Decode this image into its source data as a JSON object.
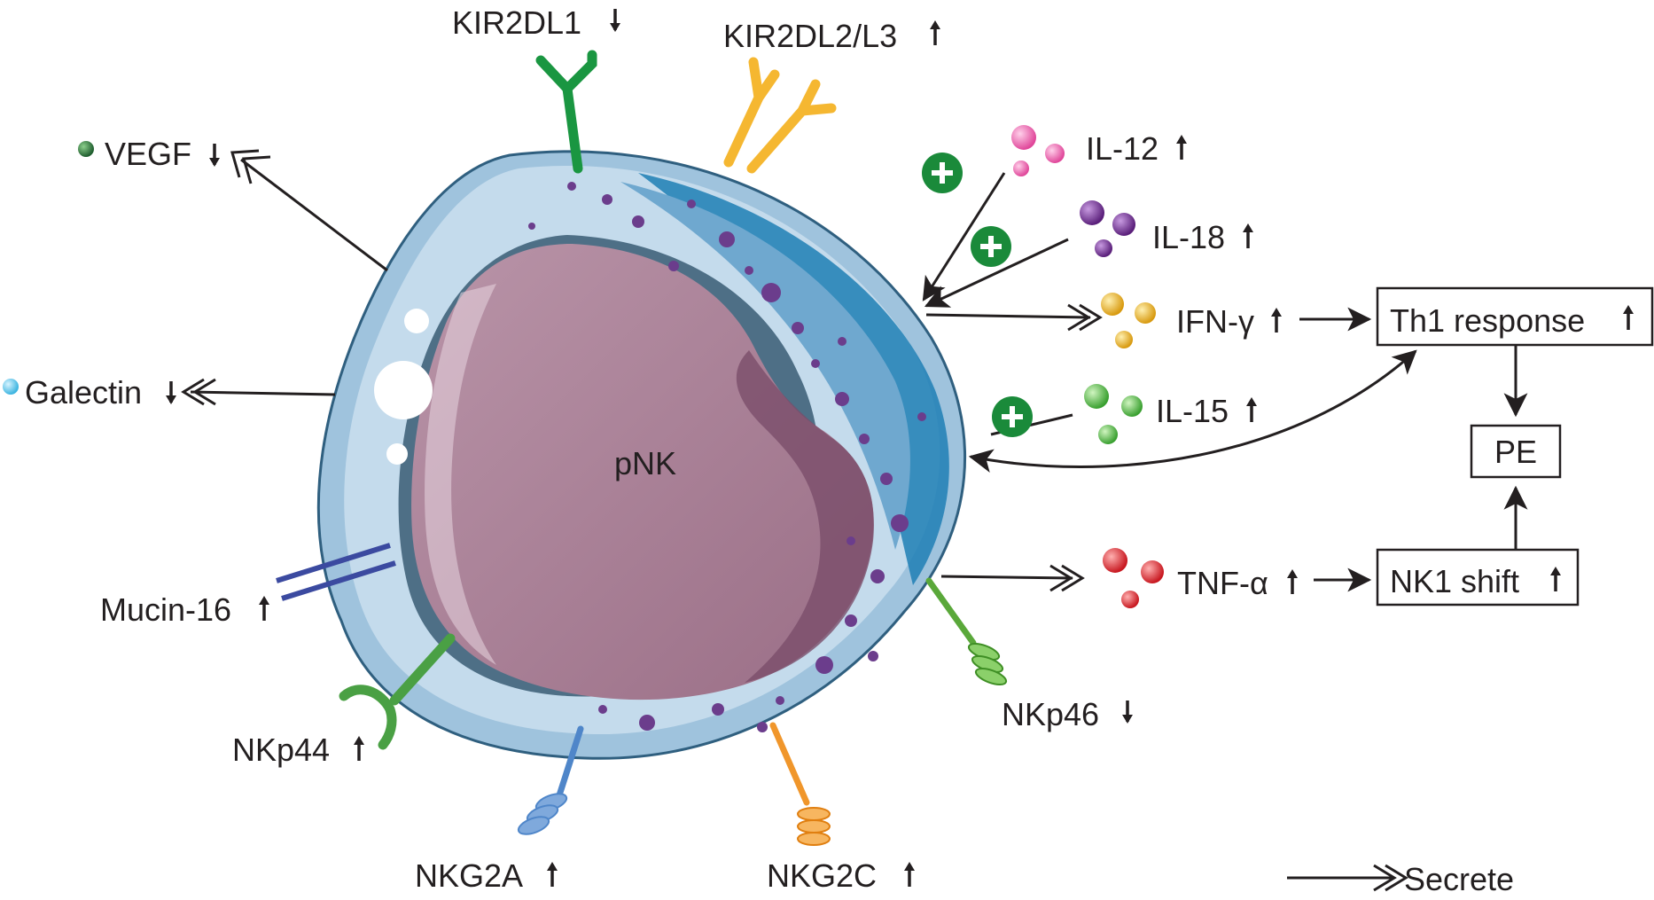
{
  "cell_label": "pNK",
  "receptors": {
    "kir2dl1": "KIR2DL1",
    "kir2dl2": "KIR2DL2/L3",
    "mucin": "Mucin-16",
    "nkp44": "NKp44",
    "nkg2a": "NKG2A",
    "nkg2c": "NKG2C",
    "nkp46": "NKp46"
  },
  "secreted_left": {
    "vegf": "VEGF",
    "galectin": "Galectin"
  },
  "cytokines": {
    "il12": "IL-12",
    "il18": "IL-18",
    "ifng": "IFN-γ",
    "il15": "IL-15",
    "tnfa": "TNF-α"
  },
  "boxes": {
    "th1": "Th1 response",
    "pe": "PE",
    "nk1": "NK1 shift"
  },
  "legend": {
    "secrete": "Secrete"
  },
  "colors": {
    "kir2dl1": "#1a9641",
    "kir2dl2": "#f5b731",
    "mucin": "#3b4aa0",
    "nkp44": "#4aa044",
    "nkg2a": "#4f86c9",
    "nkg2c": "#f0962b",
    "nkp46": "#5aa83a",
    "vegf": "#1f5d2e",
    "galectin": "#3cb4e0",
    "il12": "#e0479a",
    "il18": "#6b2a8c",
    "ifng": "#e0a51c",
    "il15": "#4cb43c",
    "tnfa": "#d4202a",
    "plus": "#1a8a3a"
  }
}
